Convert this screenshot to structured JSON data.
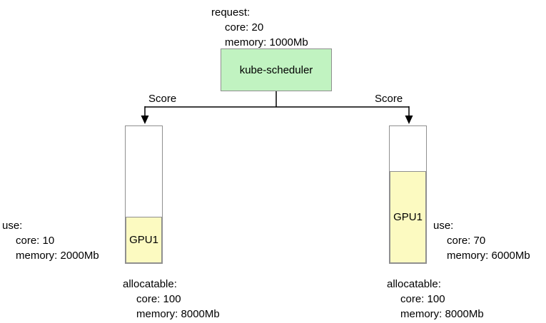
{
  "scheduler": {
    "request_title": "request:",
    "request_lines": [
      "core: 20",
      "memory: 1000Mb"
    ],
    "label": "kube-scheduler"
  },
  "score_left": "Score",
  "score_right": "Score",
  "nodes": {
    "left": {
      "gpu": "GPU1",
      "fill_percent": 34,
      "use_title": "use:",
      "use_lines": [
        "core: 10",
        "memory: 2000Mb"
      ],
      "alloc_title": "allocatable:",
      "alloc_lines": [
        "core: 100",
        "memory: 8000Mb"
      ]
    },
    "right": {
      "gpu": "GPU1",
      "fill_percent": 67,
      "use_title": "use:",
      "use_lines": [
        "core: 70",
        "memory: 6000Mb"
      ],
      "alloc_title": "allocatable:",
      "alloc_lines": [
        "core: 100",
        "memory: 8000Mb"
      ]
    }
  },
  "colors": {
    "scheduler_fill": "#c1f3c1",
    "gpu_fill": "#fcfac1",
    "border": "#8f8f8f",
    "line": "#000000"
  }
}
